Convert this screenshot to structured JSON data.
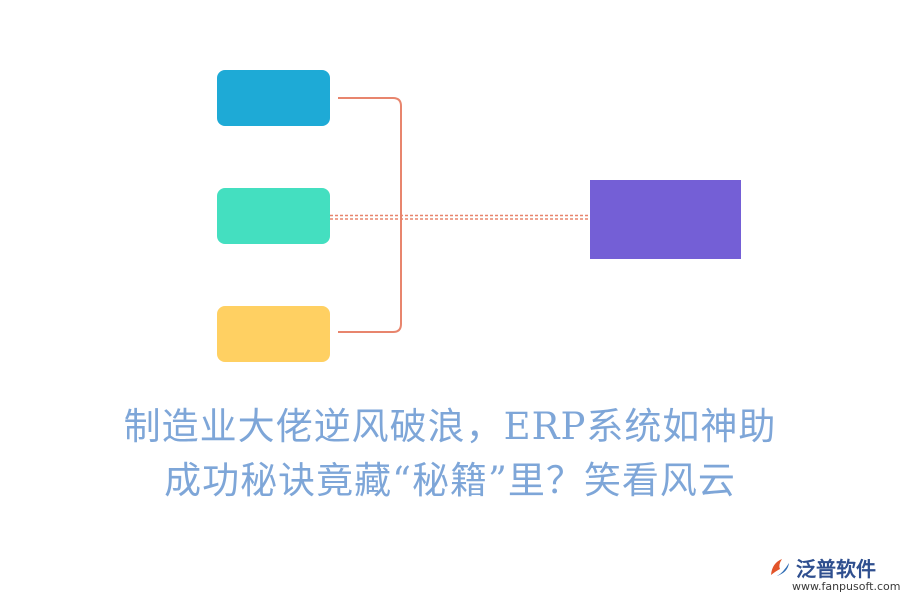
{
  "diagram": {
    "title_lines": [
      "制造业大佬逆风破浪，ERP系统如神助",
      "成功秘诀竟藏“秘籍”里？笑看风云"
    ],
    "colors": {
      "box_blue": "#1eaad6",
      "box_teal": "#44dfc0",
      "box_yellow": "#ffd062",
      "box_purple": "#745fd6",
      "connector": "#e8856d",
      "title_text": "#7ea6d8"
    }
  },
  "logo": {
    "name": "泛普软件",
    "url": "www.fanpusoft.com",
    "icon": "fanpu-logo-icon"
  }
}
